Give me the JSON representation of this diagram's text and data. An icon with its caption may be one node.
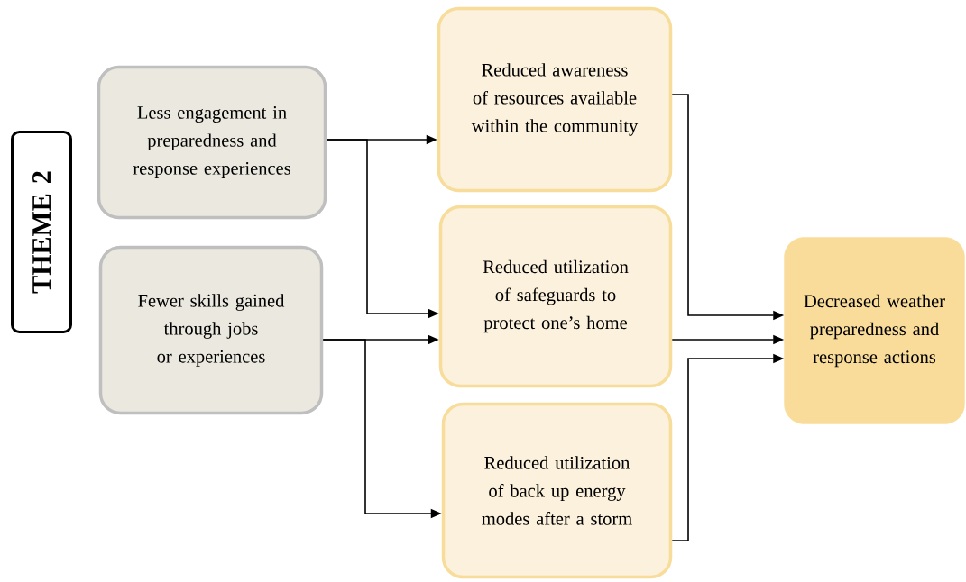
{
  "diagram": {
    "nodes": [
      {
        "text": [
          "THEME 2"
        ]
      },
      {
        "text": [
          "Less engagement in preparedness and response experiences"
        ]
      },
      {
        "text": [
          "Fewer skills gained through jobs or experiences"
        ]
      },
      {
        "text": [
          "Reduced awareness of resources available within the community"
        ]
      },
      {
        "text": [
          "Reduced utilization of safeguards to protect one’s home"
        ]
      },
      {
        "text": [
          "Reduced utilization of back up energy modes after a storm"
        ]
      },
      {
        "text": [
          "Decreased weather preparedness and response actions"
        ]
      }
    ],
    "edges": [
      {
        "from": 1,
        "to": 3,
        "arrow": "to"
      },
      {
        "from": 1,
        "to": 4,
        "arrow": "to"
      },
      {
        "from": 2,
        "to": 4,
        "arrow": "to"
      },
      {
        "from": 2,
        "to": 5,
        "arrow": "to"
      },
      {
        "from": 3,
        "to": 6,
        "arrow": "to"
      },
      {
        "from": 4,
        "to": 6,
        "arrow": "to"
      },
      {
        "from": 5,
        "to": 6,
        "arrow": "to"
      }
    ]
  }
}
